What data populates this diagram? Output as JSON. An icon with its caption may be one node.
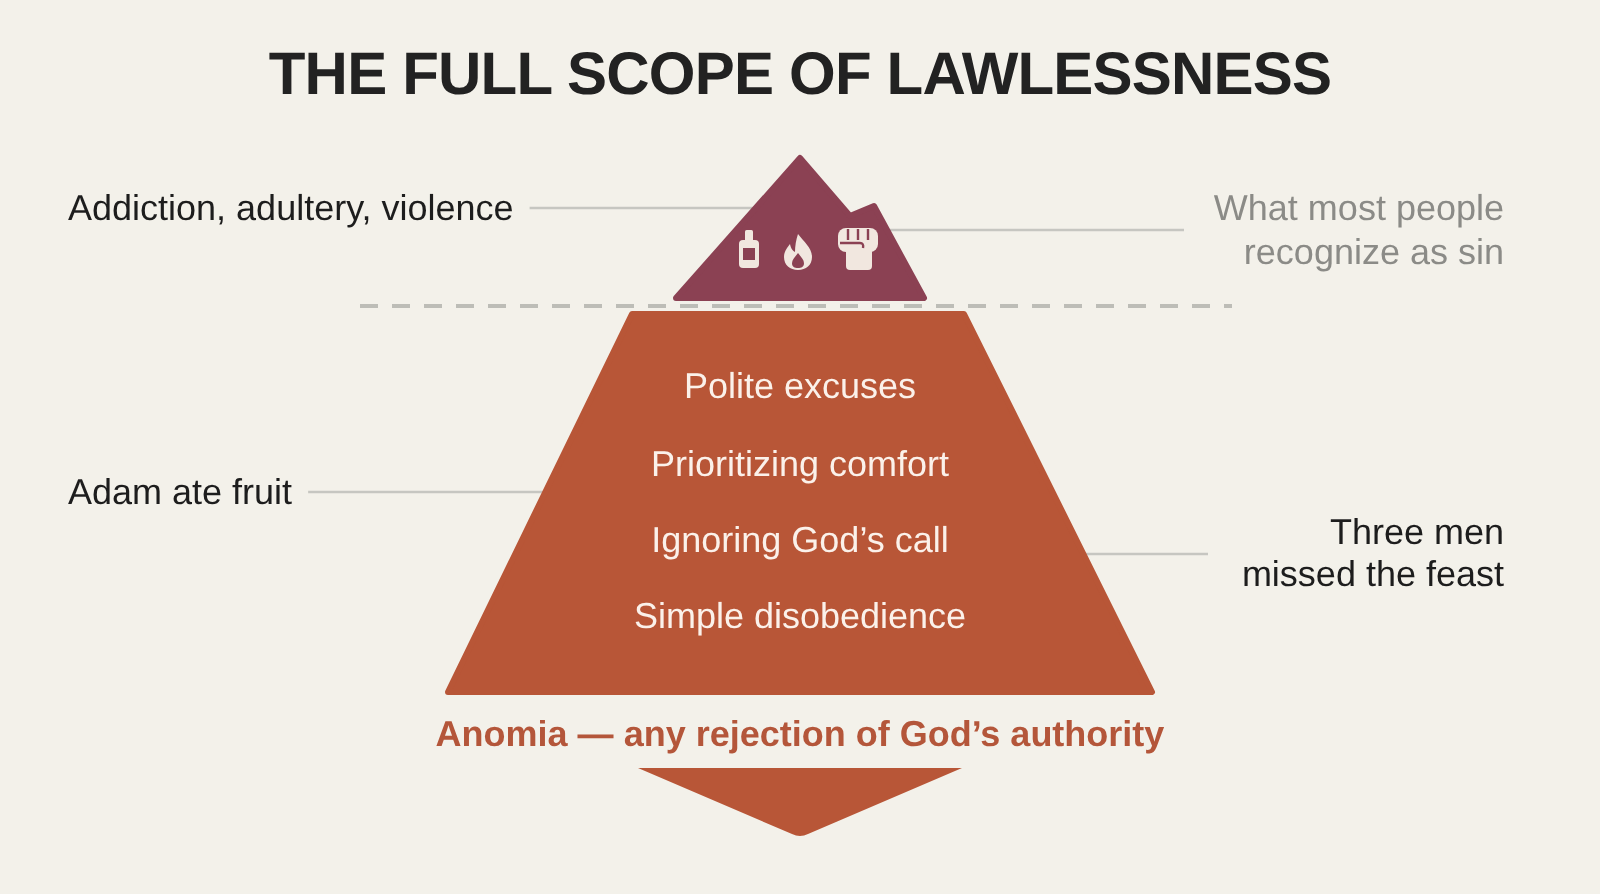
{
  "diagram": {
    "title": "THE FULL SCOPE OF LAWLESSNESS",
    "nodes": [
      {
        "text": [],
        "shape": "triangle"
      },
      {
        "text": [
          "Addiction, adultery, violence"
        ]
      },
      {
        "text": [
          "What most people recognize as sin"
        ]
      },
      {
        "text": [
          "Polite excuses",
          "Prioritizing comfort",
          "Ignoring God’s call",
          "Simple disobedience"
        ]
      },
      {
        "text": [
          "Adam ate fruit"
        ]
      },
      {
        "text": [
          "Three men missed the feast"
        ]
      }
    ],
    "edges": [
      {
        "from": 1,
        "to": 0,
        "arrow": "none"
      },
      {
        "from": 2,
        "to": 0,
        "arrow": "none"
      },
      {
        "from": 4,
        "to": 3,
        "arrow": "none"
      },
      {
        "from": 5,
        "to": 3,
        "arrow": "none"
      }
    ],
    "labels": [
      "Anomia — any rejection of God’s authority"
    ]
  }
}
